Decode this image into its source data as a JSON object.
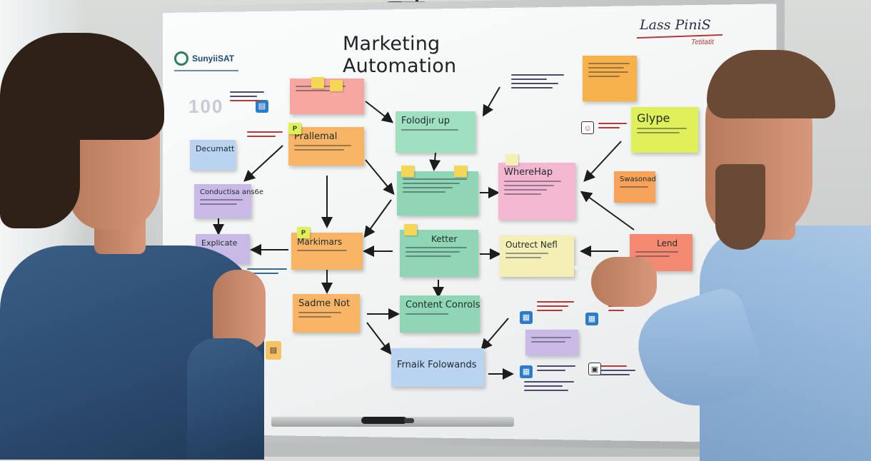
{
  "board": {
    "title": "Marketing Automation",
    "corner_note": "Lass PiniS",
    "corner_sub": "Tetitatit",
    "logo_text": "SunyiiSAT",
    "big_number": "100"
  },
  "notes": [
    {
      "id": "follow-up",
      "title": "Folodjır up"
    },
    {
      "id": "prallemal",
      "title": "Prallemal"
    },
    {
      "id": "decument",
      "title": "Decumatt"
    },
    {
      "id": "conduct",
      "title": "Conductisa ans6e"
    },
    {
      "id": "explicate",
      "title": "Explicate"
    },
    {
      "id": "marketing",
      "title": "Markimars"
    },
    {
      "id": "sadme-not",
      "title": "Sadme Not"
    },
    {
      "id": "content-controls",
      "title": "Content Conrols"
    },
    {
      "id": "email-followups",
      "title": "Frnaik Folowands"
    },
    {
      "id": "ketter",
      "title": "Ketter"
    },
    {
      "id": "wherehap",
      "title": "WhereHap"
    },
    {
      "id": "outreach",
      "title": "Outrect Nefl"
    },
    {
      "id": "glype",
      "title": "Glype"
    },
    {
      "id": "seasonal",
      "title": "Swasonad"
    },
    {
      "id": "lead",
      "title": "Lend"
    }
  ],
  "colors": {
    "pink": "#f6a8a0",
    "orange": "#f7b565",
    "yellow": "#f6d657",
    "green": "#8ed6b4",
    "mint": "#9fe0c0",
    "blue": "#b9d3f0",
    "lavender": "#c8b9e6",
    "lime": "#dff05a",
    "salmon": "#f58a72",
    "cream": "#f4efb5",
    "magenta": "#f4b7d2"
  }
}
